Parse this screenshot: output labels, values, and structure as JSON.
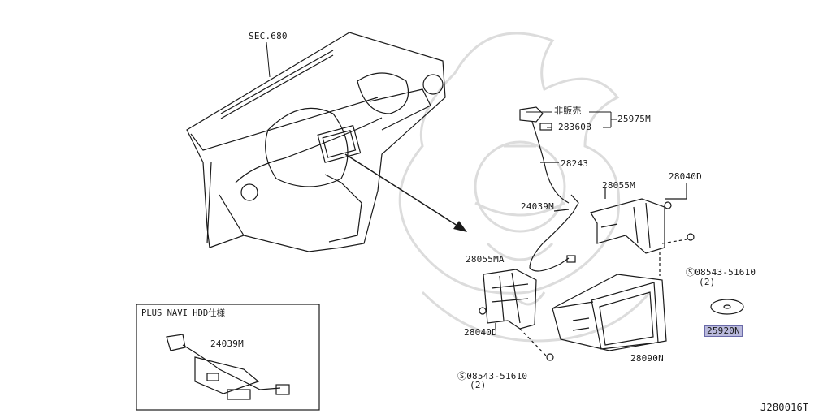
{
  "diagram": {
    "sheet_code": "J280016T",
    "section_ref": "SEC.680",
    "inset_title": "PLUS NAVI HDD仕様",
    "parts": {
      "p25975M": "25975M",
      "not_for_sale": "非販売",
      "p28360B": "28360B",
      "p28243": "28243",
      "p24039M_main": "24039M",
      "p28055M": "28055M",
      "p28040D_top": "28040D",
      "p08543_top": "08543-51610",
      "p08543_top_qty": "(2)",
      "p28055MA": "28055MA",
      "p28040D_bottom": "28040D",
      "p28090N": "28090N",
      "p08543_bottom": "08543-51610",
      "p08543_bottom_qty": "(2)",
      "p25920N": "25920N",
      "p24039M_inset": "24039M"
    },
    "colors": {
      "line": "#1a1a1a",
      "highlight": "#b9b9dc",
      "watermark": "#d8d8d8"
    }
  }
}
